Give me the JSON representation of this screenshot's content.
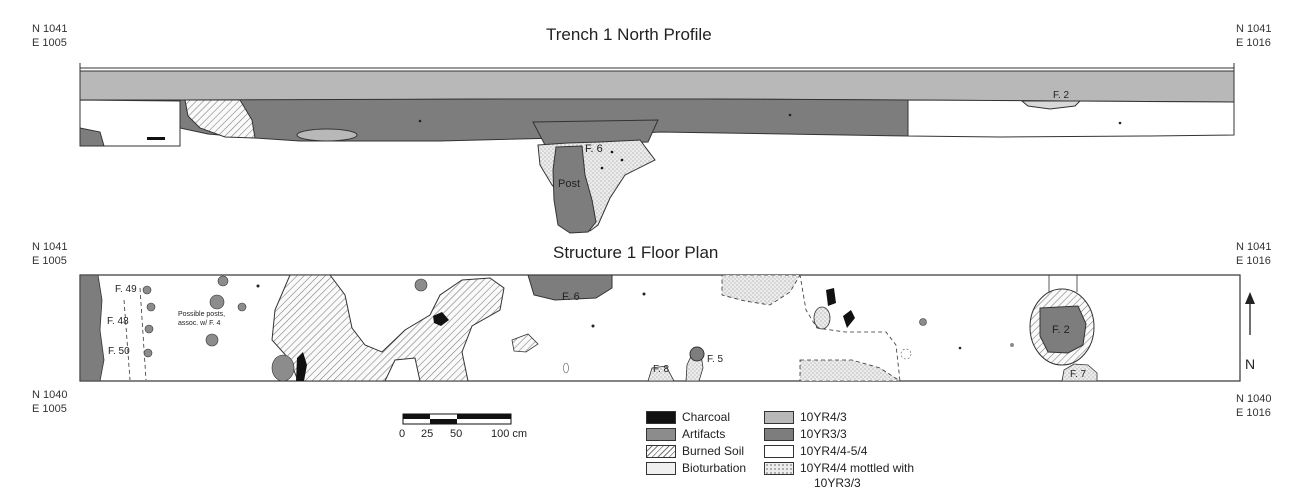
{
  "profile": {
    "title": "Trench 1 North Profile",
    "left_coord": {
      "north": "N 1041",
      "east": "E 1005"
    },
    "right_coord": {
      "north": "N 1041",
      "east": "E 1016"
    },
    "labels": {
      "f6": "F. 6",
      "post": "Post",
      "f2": "F. 2"
    }
  },
  "plan": {
    "title": "Structure 1 Floor Plan",
    "top_left_coord": {
      "north": "N 1041",
      "east": "E 1005"
    },
    "top_right_coord": {
      "north": "N 1041",
      "east": "E 1016"
    },
    "bottom_left_coord": {
      "north": "N 1040",
      "east": "E 1005"
    },
    "bottom_right_coord": {
      "north": "N 1040",
      "east": "E 1016"
    },
    "labels": {
      "f49": "F. 49",
      "f48": "F. 48",
      "f50": "F. 50",
      "posts_line1": "Possible posts,",
      "posts_line2": "assoc. w/ F. 4",
      "f6": "F. 6",
      "f8": "F. 8",
      "f5": "F. 5",
      "f2": "F. 2",
      "f7": "F. 7"
    },
    "north_arrow": "N"
  },
  "scale_bar": {
    "ticks": [
      "0",
      "25",
      "50",
      "100 cm"
    ]
  },
  "legend": {
    "charcoal": "Charcoal",
    "artifacts": "Artifacts",
    "burned_soil": "Burned Soil",
    "bioturbation": "Bioturbation",
    "soil_1": "10YR4/3",
    "soil_2": "10YR3/3",
    "soil_3": "10YR4/4-5/4",
    "soil_4_line1": "10YR4/4 mottled with",
    "soil_4_line2": "10YR3/3"
  },
  "colors": {
    "soil_10YR4_3": "#b8b8b8",
    "soil_10YR3_3": "#7d7d7d",
    "soil_10YR4_4": "#ffffff",
    "mottled": "#e6e6e6",
    "charcoal": "#111111",
    "artifacts": "#8c8c8c"
  }
}
